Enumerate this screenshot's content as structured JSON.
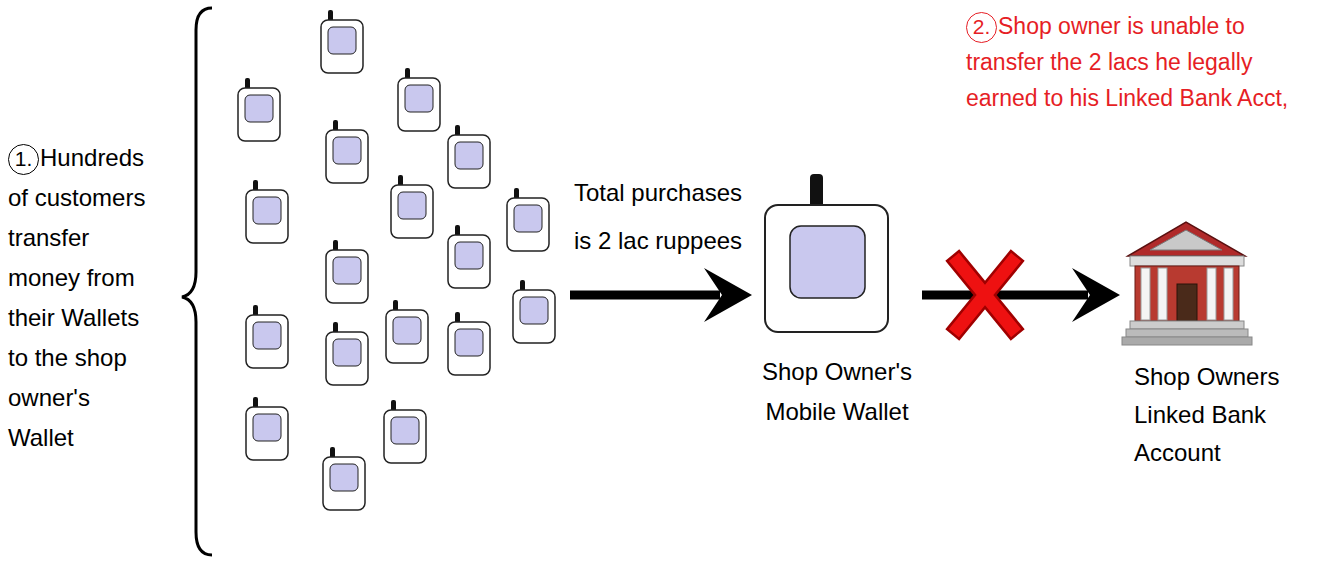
{
  "diagram": {
    "nodes": [
      {
        "text": [
          "Hundreds of customers transfer money from their Wallets to the shop owner's Wallet"
        ]
      },
      {
        "text": [
          "Shop Owner's Mobile Wallet"
        ]
      },
      {
        "text": [
          "Shop Owners Linked Bank Account"
        ]
      }
    ],
    "edges": [
      {
        "from": 0,
        "to": 1,
        "arrow": "to",
        "label": "Total purchases is 2 lac ruppees"
      },
      {
        "from": 1,
        "to": 2,
        "arrow": "to"
      }
    ],
    "labels": [
      "1.",
      "2.",
      "Shop owner is unable to transfer the 2 lacs he legally earned to his Linked Bank Acct,"
    ]
  }
}
